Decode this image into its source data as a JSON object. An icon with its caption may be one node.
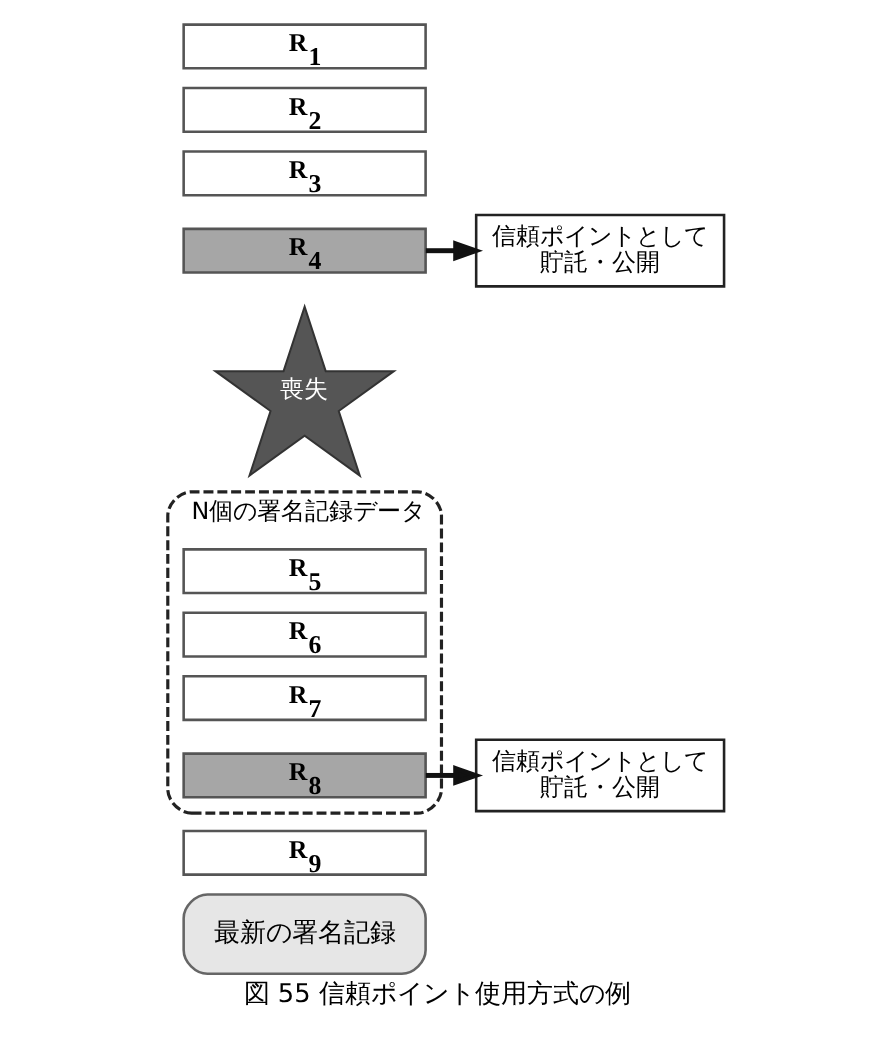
{
  "diagram": {
    "caption": "図 55 信頼ポイント使用方式の例",
    "nodes": [
      {
        "text": [
          "R$_{1}$"
        ]
      },
      {
        "text": [
          "R$_{2}$"
        ]
      },
      {
        "text": [
          "R$_{3}$"
        ]
      },
      {
        "text": [
          "R$_{4}$"
        ]
      },
      {
        "text": [
          "信頼ポイントとして貯託・公開"
        ]
      },
      {
        "text": [
          "喪失"
        ]
      },
      {
        "text": [
          "N個の署名記録データ"
        ]
      },
      {
        "text": [
          "R$_{5}$"
        ],
        "in": 6
      },
      {
        "text": [
          "R$_{6}$"
        ],
        "in": 6
      },
      {
        "text": [
          "R$_{7}$"
        ],
        "in": 6
      },
      {
        "text": [
          "R$_{8}$"
        ],
        "in": 6
      },
      {
        "text": [
          "信頼ポイントとして貯託・公開"
        ]
      },
      {
        "text": [
          "R$_{9}$"
        ]
      },
      {
        "text": [
          "最新の署名記録"
        ]
      }
    ],
    "edges": [
      {
        "from": 3,
        "to": 4,
        "arrow": "to"
      },
      {
        "from": 10,
        "to": 11,
        "arrow": "to"
      }
    ]
  }
}
